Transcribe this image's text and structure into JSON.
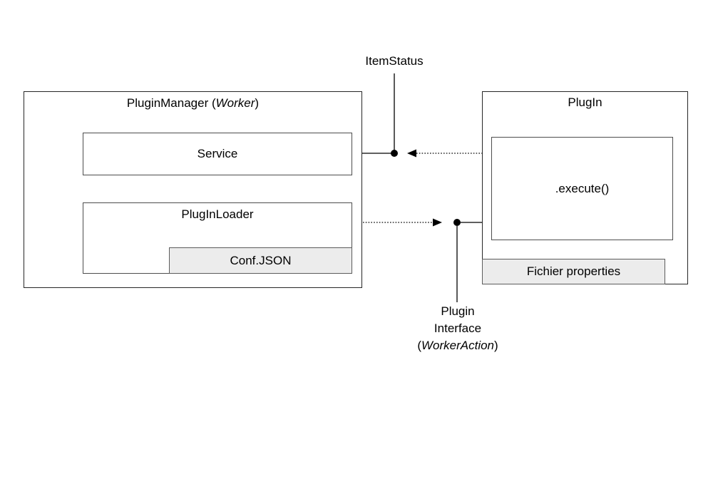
{
  "plugin_manager_box": {
    "title_prefix": "PluginManager (",
    "title_italic": "Worker",
    "title_suffix": ")",
    "service_label": "Service",
    "loader_label": "PlugInLoader",
    "conf_label": "Conf.JSON"
  },
  "plugin_box": {
    "title": "PlugIn",
    "execute_label": ".execute()",
    "fichier_label": "Fichier properties"
  },
  "connectors": {
    "item_status_label": "ItemStatus",
    "plugin_interface_line1": "Plugin",
    "plugin_interface_line2": "Interface",
    "plugin_interface_line3_prefix": "(",
    "plugin_interface_line3_italic": "WorkerAction",
    "plugin_interface_line3_suffix": ")"
  },
  "colors": {
    "outer_border": "#262626",
    "inner_border": "#4d4d4d",
    "gray_fill": "#ececec",
    "gray_border": "#5c5c5c",
    "line": "#000000",
    "background": "#ffffff"
  }
}
